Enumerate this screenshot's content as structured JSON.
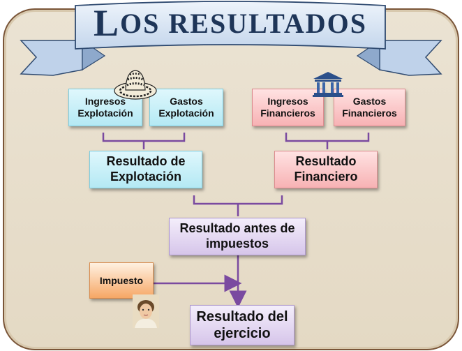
{
  "title": {
    "cap": "L",
    "rest": "OS RESULTADOS"
  },
  "boxes": {
    "ingresos_explotacion": "Ingresos Explotación",
    "gastos_explotacion": "Gastos Explotación",
    "ingresos_financieros": "Ingresos Financieros",
    "gastos_financieros": "Gastos Financieros",
    "resultado_explotacion": "Resultado de Explotación",
    "resultado_financiero": "Resultado Financiero",
    "resultado_antes_impuestos": "Resultado antes de impuestos",
    "impuesto": "Impuesto",
    "resultado_ejercicio": "Resultado del ejercicio"
  },
  "icons": [
    "sombrero-vueltiao-icon",
    "bank-building-icon",
    "portrait-photo-icon"
  ],
  "colors": {
    "title": "#1e3558",
    "banner": "#d7e4f3",
    "explotacion": "#b4e9f4",
    "financiero": "#f7b2b4",
    "resultado": "#d6c5ea",
    "impuesto": "#f6a765",
    "connector": "#7a4aa0"
  }
}
